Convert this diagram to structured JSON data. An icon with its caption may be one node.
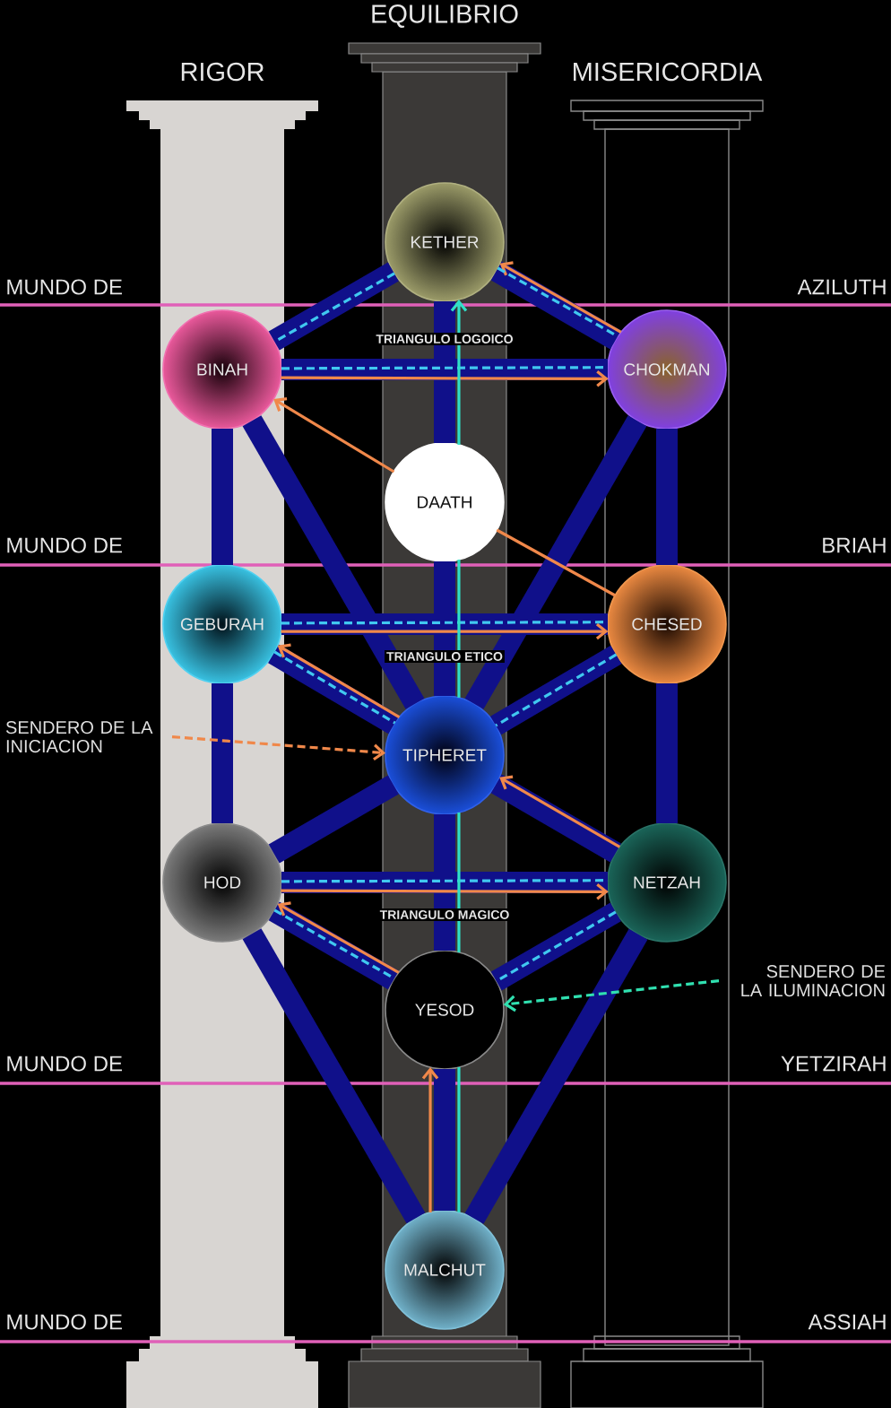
{
  "diagram": {
    "nodes": [
      {
        "text": [
          "KETHER"
        ]
      },
      {
        "text": [
          "BINAH"
        ]
      },
      {
        "text": [
          "CHOKMAN"
        ]
      },
      {
        "text": [
          "DAATH"
        ]
      },
      {
        "text": [
          "GEBURAH"
        ]
      },
      {
        "text": [
          "CHESED"
        ]
      },
      {
        "text": [
          "TIPHERET"
        ]
      },
      {
        "text": [
          "HOD"
        ]
      },
      {
        "text": [
          "NETZAH"
        ]
      },
      {
        "text": [
          "YESOD"
        ]
      },
      {
        "text": [
          "MALCHUT"
        ]
      },
      {
        "text": [
          "SENDERO DE LA INICIACION"
        ]
      },
      {
        "text": [
          "SENDERO DE LA ILUMINACION"
        ]
      }
    ],
    "edges": [
      {
        "from": 0,
        "to": 1,
        "arrow": "none",
        "style": "thick",
        "color": "#10108a"
      },
      {
        "from": 0,
        "to": 2,
        "arrow": "none",
        "style": "thick",
        "color": "#10108a"
      },
      {
        "from": 0,
        "to": 3,
        "arrow": "none",
        "style": "thick",
        "color": "#10108a"
      },
      {
        "from": 3,
        "to": 6,
        "arrow": "none",
        "style": "thick",
        "color": "#10108a"
      },
      {
        "from": 1,
        "to": 2,
        "arrow": "none",
        "style": "thick",
        "color": "#10108a"
      },
      {
        "from": 1,
        "to": 4,
        "arrow": "none",
        "style": "thick",
        "color": "#10108a"
      },
      {
        "from": 1,
        "to": 6,
        "arrow": "none",
        "style": "thick",
        "color": "#10108a"
      },
      {
        "from": 2,
        "to": 5,
        "arrow": "none",
        "style": "thick",
        "color": "#10108a"
      },
      {
        "from": 2,
        "to": 6,
        "arrow": "none",
        "style": "thick",
        "color": "#10108a"
      },
      {
        "from": 4,
        "to": 5,
        "arrow": "none",
        "style": "thick",
        "color": "#10108a"
      },
      {
        "from": 4,
        "to": 6,
        "arrow": "none",
        "style": "thick",
        "color": "#10108a"
      },
      {
        "from": 5,
        "to": 6,
        "arrow": "none",
        "style": "thick",
        "color": "#10108a"
      },
      {
        "from": 4,
        "to": 7,
        "arrow": "none",
        "style": "thick",
        "color": "#10108a"
      },
      {
        "from": 5,
        "to": 8,
        "arrow": "none",
        "style": "thick",
        "color": "#10108a"
      },
      {
        "from": 6,
        "to": 7,
        "arrow": "none",
        "style": "thick",
        "color": "#10108a"
      },
      {
        "from": 6,
        "to": 8,
        "arrow": "none",
        "style": "thick",
        "color": "#10108a"
      },
      {
        "from": 6,
        "to": 9,
        "arrow": "none",
        "style": "thick",
        "color": "#10108a"
      },
      {
        "from": 7,
        "to": 8,
        "arrow": "none",
        "style": "thick",
        "color": "#10108a"
      },
      {
        "from": 7,
        "to": 9,
        "arrow": "none",
        "style": "thick",
        "color": "#10108a"
      },
      {
        "from": 8,
        "to": 9,
        "arrow": "none",
        "style": "thick",
        "color": "#10108a"
      },
      {
        "from": 7,
        "to": 10,
        "arrow": "none",
        "style": "thick",
        "color": "#10108a"
      },
      {
        "from": 8,
        "to": 10,
        "arrow": "none",
        "style": "thick",
        "color": "#10108a"
      },
      {
        "from": 9,
        "to": 10,
        "arrow": "none",
        "style": "thick",
        "color": "#10108a"
      },
      {
        "from": 10,
        "to": 9,
        "arrow": "to",
        "color": "#f0884a"
      },
      {
        "from": 9,
        "to": 7,
        "arrow": "to",
        "color": "#f0884a"
      },
      {
        "from": 7,
        "to": 8,
        "arrow": "to",
        "color": "#f0884a"
      },
      {
        "from": 8,
        "to": 6,
        "arrow": "to",
        "color": "#f0884a"
      },
      {
        "from": 6,
        "to": 4,
        "arrow": "to",
        "color": "#f0884a"
      },
      {
        "from": 4,
        "to": 5,
        "arrow": "to",
        "color": "#f0884a"
      },
      {
        "from": 5,
        "to": 3,
        "arrow": "none",
        "color": "#f0884a"
      },
      {
        "from": 3,
        "to": 1,
        "arrow": "to",
        "color": "#f0884a"
      },
      {
        "from": 1,
        "to": 2,
        "arrow": "to",
        "color": "#f0884a"
      },
      {
        "from": 2,
        "to": 0,
        "arrow": "to",
        "color": "#f0884a"
      },
      {
        "from": 0,
        "to": 1,
        "arrow": "none",
        "style": "dashed",
        "color": "#40c8f0"
      },
      {
        "from": 0,
        "to": 2,
        "arrow": "none",
        "style": "dashed",
        "color": "#40c8f0"
      },
      {
        "from": 1,
        "to": 2,
        "arrow": "none",
        "style": "dashed",
        "color": "#40c8f0"
      },
      {
        "from": 4,
        "to": 5,
        "arrow": "none",
        "style": "dashed",
        "color": "#40c8f0"
      },
      {
        "from": 4,
        "to": 6,
        "arrow": "none",
        "style": "dashed",
        "color": "#40c8f0"
      },
      {
        "from": 5,
        "to": 6,
        "arrow": "none",
        "style": "dashed",
        "color": "#40c8f0"
      },
      {
        "from": 7,
        "to": 8,
        "arrow": "none",
        "style": "dashed",
        "color": "#40c8f0"
      },
      {
        "from": 7,
        "to": 9,
        "arrow": "none",
        "style": "dashed",
        "color": "#40c8f0"
      },
      {
        "from": 8,
        "to": 9,
        "arrow": "none",
        "style": "dashed",
        "color": "#40c8f0"
      },
      {
        "from": 10,
        "to": 9,
        "arrow": "none",
        "color": "#30e0c8"
      },
      {
        "from": 9,
        "to": 6,
        "arrow": "none",
        "color": "#30e0c8"
      },
      {
        "from": 6,
        "to": 3,
        "arrow": "none",
        "color": "#30e0c8"
      },
      {
        "from": 3,
        "to": 0,
        "arrow": "to",
        "color": "#30e0c8"
      },
      {
        "from": 11,
        "to": 6,
        "arrow": "to",
        "style": "dashed",
        "color": "#f0884a"
      },
      {
        "from": 12,
        "to": 9,
        "arrow": "to",
        "style": "dashed",
        "color": "#30e0b0"
      }
    ],
    "labels": [
      "EQUILIBRIO",
      "RIGOR",
      "MISERICORDIA",
      "MUNDO DE",
      "AZILUTH",
      "TRIANGULO LOGOICO",
      "MUNDO DE",
      "BRIAH",
      "TRIANGULO ETICO",
      "TRIANGULO MAGICO",
      "MUNDO DE",
      "YETZIRAH",
      "MUNDO DE",
      "ASSIAH"
    ]
  }
}
